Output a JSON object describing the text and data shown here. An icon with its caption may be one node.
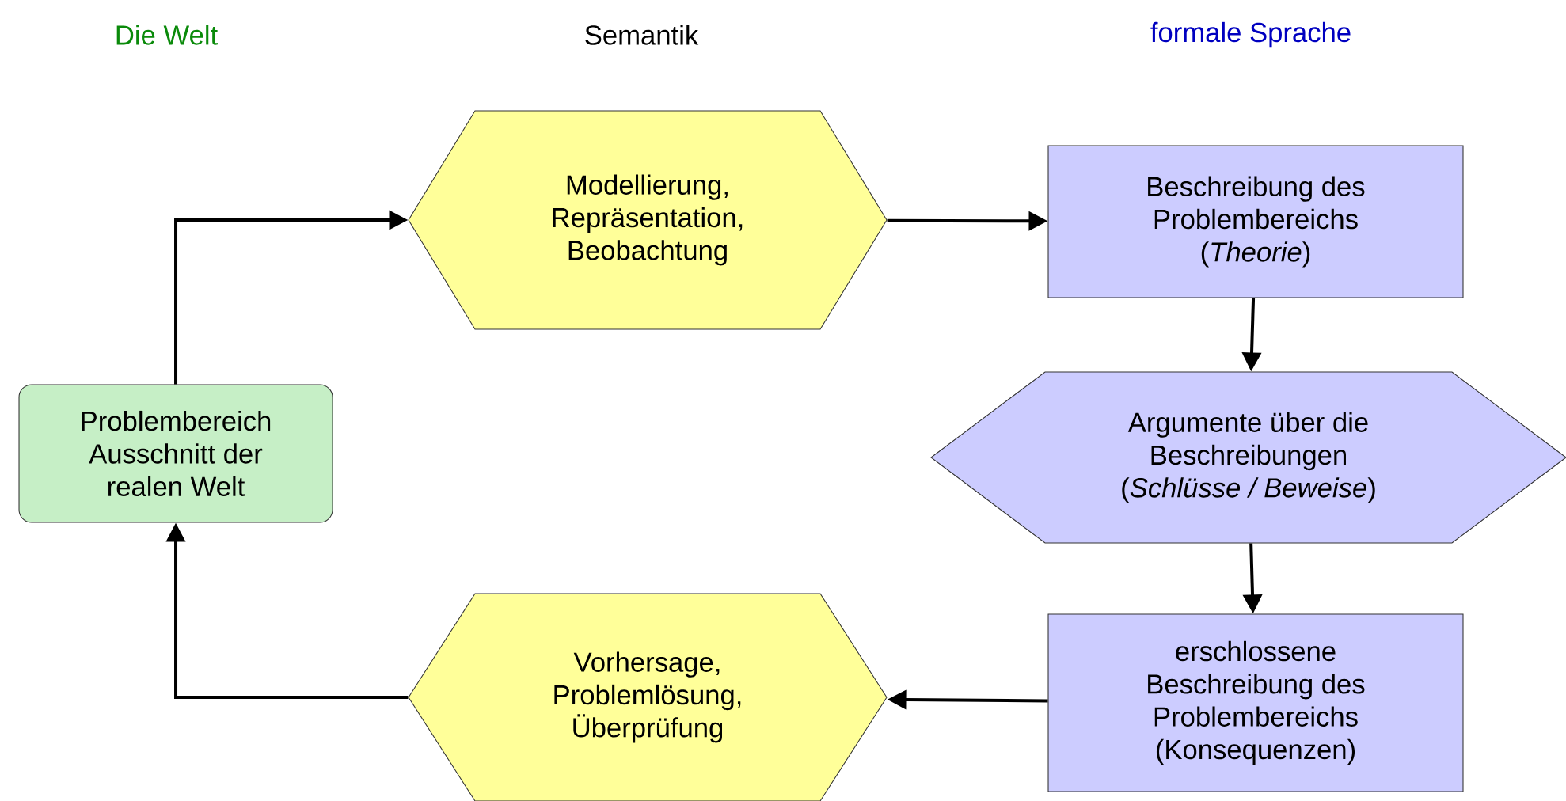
{
  "diagram": {
    "nodes": [
      {
        "text": [
          "Problembereich Ausschnitt der realen Welt"
        ]
      },
      {
        "text": [
          "Modellierung, Repräsentation, Beobachtung"
        ]
      },
      {
        "text": [
          "Beschreibung des Problembereichs (*Theorie*)"
        ]
      },
      {
        "text": [
          "Argumente über die Beschreibungen (*Schlüsse / Beweise*)"
        ]
      },
      {
        "text": [
          "erschlossene Beschreibung des Problembereichs (Konsequenzen)"
        ]
      },
      {
        "text": [
          "Vorhersage, Problemlösung, Überprüfung"
        ]
      }
    ],
    "edges": [
      {
        "from": 0,
        "to": 1,
        "arrow": "to"
      },
      {
        "from": 1,
        "to": 2,
        "arrow": "to"
      },
      {
        "from": 2,
        "to": 3,
        "arrow": "to"
      },
      {
        "from": 3,
        "to": 4,
        "arrow": "to"
      },
      {
        "from": 4,
        "to": 5,
        "arrow": "to"
      },
      {
        "from": 5,
        "to": 0,
        "arrow": "to"
      }
    ],
    "labels": [
      "Die Welt",
      "Semantik",
      "formale Sprache"
    ]
  }
}
